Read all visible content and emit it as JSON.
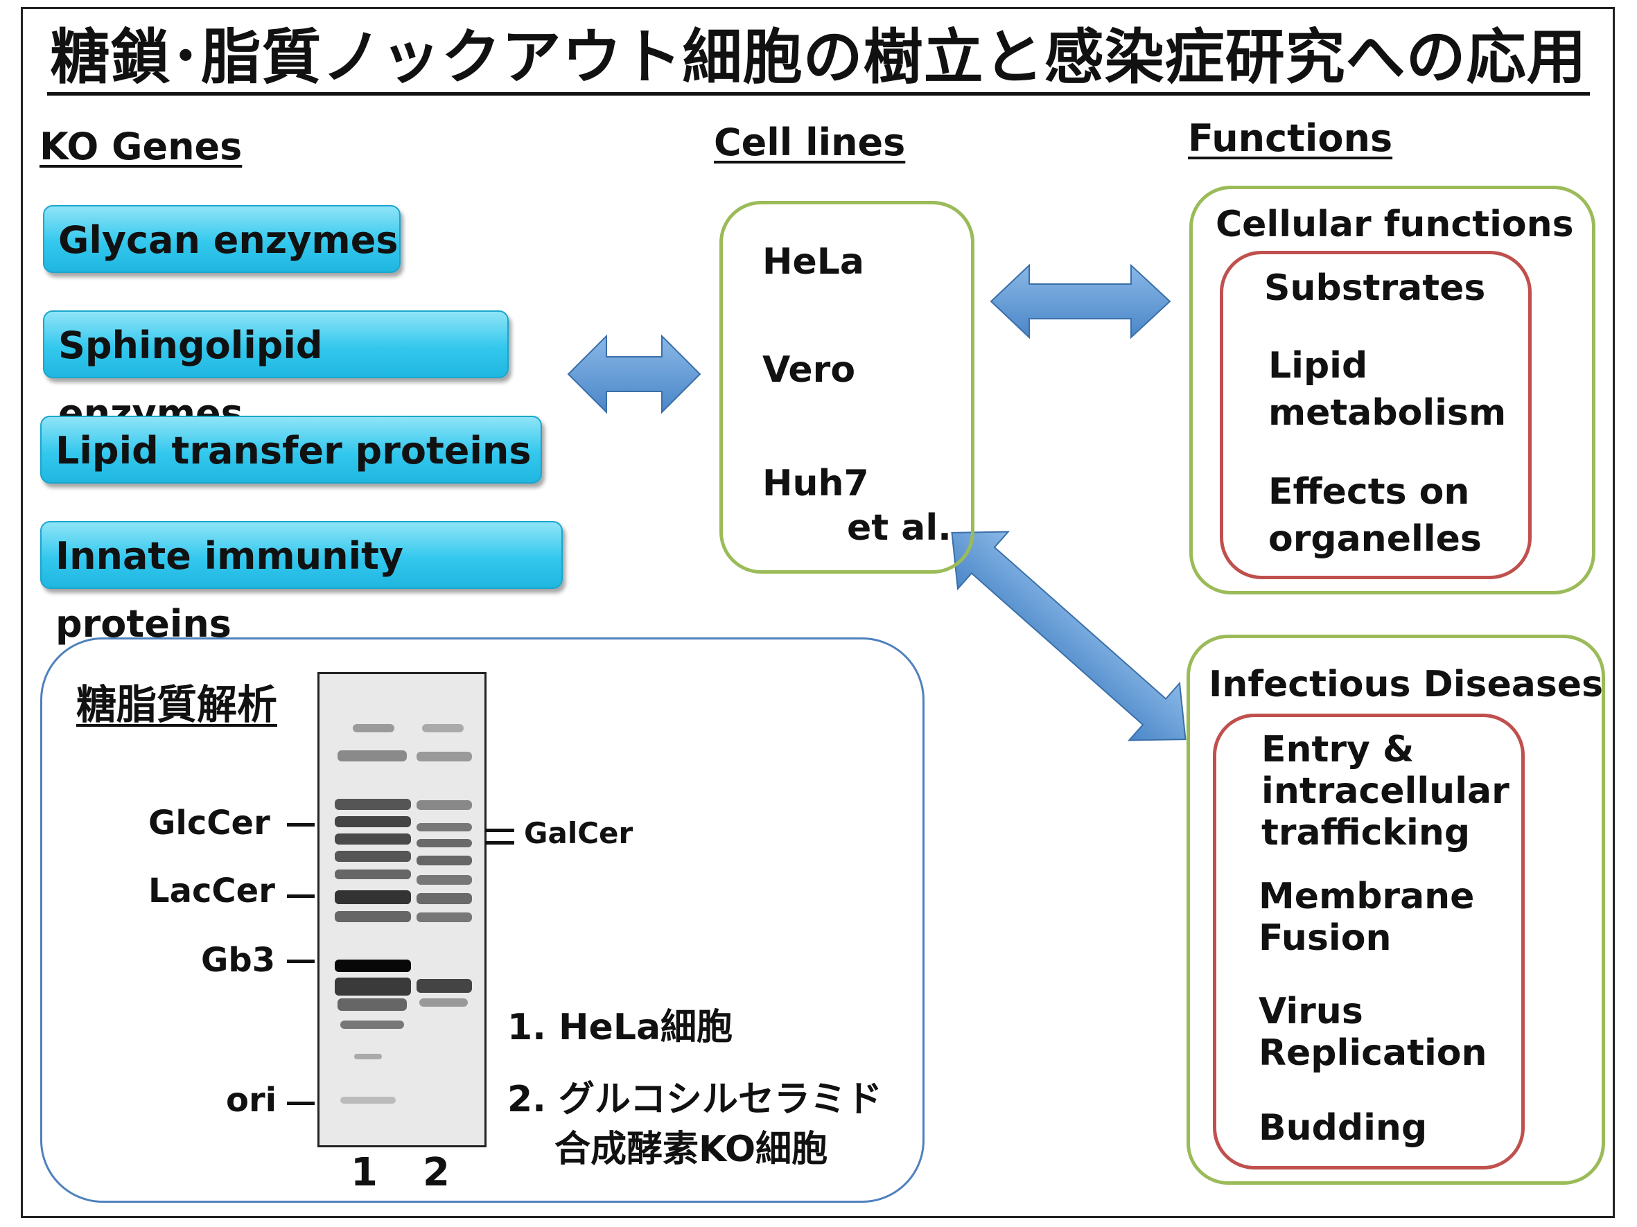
{
  "title": "糖鎖･脂質ノックアウト細胞の樹立と感染症研究への応用",
  "headings": {
    "ko_genes": "KO Genes",
    "cell_lines": "Cell lines",
    "functions": "Functions"
  },
  "ko_genes": [
    "Glycan enzymes",
    "Sphingolipid enzymes",
    "Lipid transfer proteins",
    "Innate immunity proteins"
  ],
  "cell_lines": [
    "HeLa",
    "Vero",
    "Huh7",
    "et al."
  ],
  "cellular_functions": {
    "title": "Cellular functions",
    "items": [
      "Substrates",
      "Lipid\nmetabolism",
      "Effects on\norganelles"
    ]
  },
  "infectious_diseases": {
    "title": "Infectious Diseases",
    "items": [
      "Entry &\nintracellular\ntrafficking",
      "Membrane\nFusion",
      "Virus\nReplication",
      "Budding"
    ]
  },
  "glycolipid": {
    "title": "糖脂質解析",
    "markers": [
      "GlcCer",
      "LacCer",
      "Gb3",
      "ori"
    ],
    "galcer": "GalCer",
    "lanes": [
      "1",
      "2"
    ],
    "legend_1": "1. HeLa細胞",
    "legend_2_line1": "2. グルコシルセラミド",
    "legend_2_line2": "合成酵素KO細胞"
  },
  "colors": {
    "arrow_blue": "#5b9bd5",
    "pill_cyan": "#34c8ee",
    "green_border": "#9bbb59",
    "red_border": "#c0504d",
    "blue_border": "#4f81bd"
  }
}
